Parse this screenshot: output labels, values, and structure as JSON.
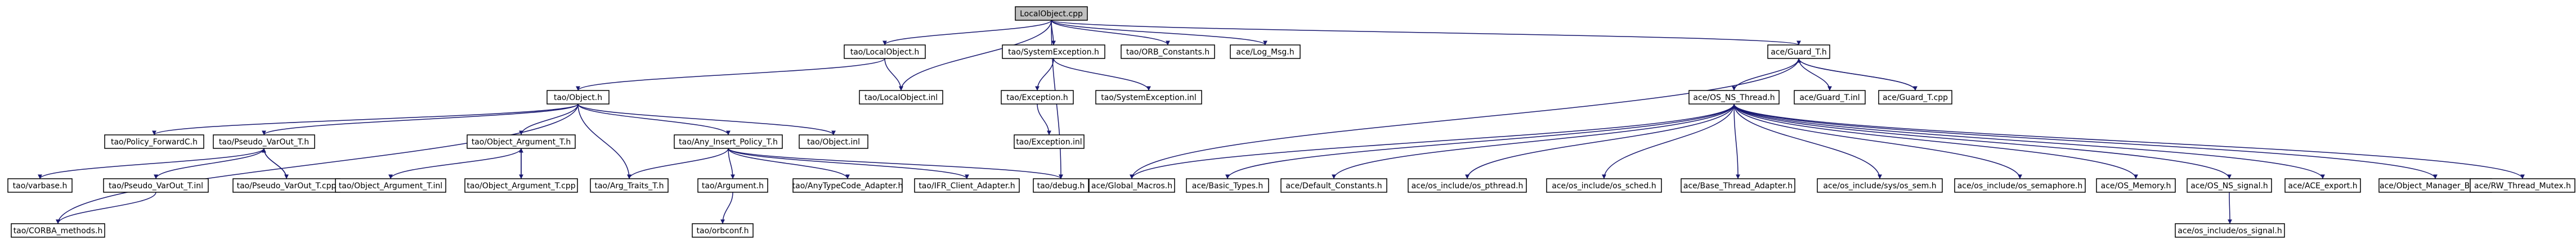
{
  "colors": {
    "node_fill": "#ffffff",
    "root_fill": "#bfbfbf",
    "node_border": "#000000",
    "edge": "#191970"
  },
  "nodes": [
    {
      "id": "LocalObject_cpp",
      "label": "LocalObject.cpp",
      "root": true
    },
    {
      "id": "tao_LocalObject_h",
      "label": "tao/LocalObject.h"
    },
    {
      "id": "tao_LocalObject_inl",
      "label": "tao/LocalObject.inl"
    },
    {
      "id": "tao_SystemException_h",
      "label": "tao/SystemException.h"
    },
    {
      "id": "tao_ORB_Constants_h",
      "label": "tao/ORB_Constants.h"
    },
    {
      "id": "ace_Log_Msg_h",
      "label": "ace/Log_Msg.h"
    },
    {
      "id": "ace_Guard_T_h",
      "label": "ace/Guard_T.h"
    },
    {
      "id": "tao_Object_h",
      "label": "tao/Object.h"
    },
    {
      "id": "tao_Exception_h",
      "label": "tao/Exception.h"
    },
    {
      "id": "tao_SystemException_inl",
      "label": "tao/SystemException.inl"
    },
    {
      "id": "ace_OS_NS_Thread_h",
      "label": "ace/OS_NS_Thread.h"
    },
    {
      "id": "ace_Guard_T_inl",
      "label": "ace/Guard_T.inl"
    },
    {
      "id": "ace_Guard_T_cpp",
      "label": "ace/Guard_T.cpp"
    },
    {
      "id": "tao_Policy_ForwardC_h",
      "label": "tao/Policy_ForwardC.h"
    },
    {
      "id": "tao_Pseudo_VarOut_T_h",
      "label": "tao/Pseudo_VarOut_T.h"
    },
    {
      "id": "tao_Object_Argument_T_h",
      "label": "tao/Object_Argument_T.h"
    },
    {
      "id": "tao_Any_Insert_Policy_T_h",
      "label": "tao/Any_Insert_Policy_T.h"
    },
    {
      "id": "tao_Object_inl",
      "label": "tao/Object.inl"
    },
    {
      "id": "tao_Exception_inl",
      "label": "tao/Exception.inl"
    },
    {
      "id": "ace_Global_Macros_h",
      "label": "ace/Global_Macros.h"
    },
    {
      "id": "ace_Basic_Types_h",
      "label": "ace/Basic_Types.h"
    },
    {
      "id": "ace_Default_Constants_h",
      "label": "ace/Default_Constants.h"
    },
    {
      "id": "ace_os_include_os_pthread_h",
      "label": "ace/os_include/os_pthread.h"
    },
    {
      "id": "ace_os_include_os_sched_h",
      "label": "ace/os_include/os_sched.h"
    },
    {
      "id": "ace_Base_Thread_Adapter_h",
      "label": "ace/Base_Thread_Adapter.h"
    },
    {
      "id": "ace_os_include_sys_os_sem_h",
      "label": "ace/os_include/sys/os_sem.h"
    },
    {
      "id": "ace_os_include_os_semaphore_h",
      "label": "ace/os_include/os_semaphore.h"
    },
    {
      "id": "ace_OS_Memory_h",
      "label": "ace/OS_Memory.h"
    },
    {
      "id": "ace_OS_NS_signal_h",
      "label": "ace/OS_NS_signal.h"
    },
    {
      "id": "ace_ACE_export_h",
      "label": "ace/ACE_export.h"
    },
    {
      "id": "ace_Object_Manager_Base_h",
      "label": "ace/Object_Manager_Base.h"
    },
    {
      "id": "ace_RW_Thread_Mutex_h",
      "label": "ace/RW_Thread_Mutex.h"
    },
    {
      "id": "tao_varbase_h",
      "label": "tao/varbase.h"
    },
    {
      "id": "tao_Pseudo_VarOut_T_inl",
      "label": "tao/Pseudo_VarOut_T.inl"
    },
    {
      "id": "tao_Pseudo_VarOut_T_cpp",
      "label": "tao/Pseudo_VarOut_T.cpp"
    },
    {
      "id": "tao_Object_Argument_T_inl",
      "label": "tao/Object_Argument_T.inl"
    },
    {
      "id": "tao_Object_Argument_T_cpp",
      "label": "tao/Object_Argument_T.cpp"
    },
    {
      "id": "tao_Arg_Traits_T_h",
      "label": "tao/Arg_Traits_T.h"
    },
    {
      "id": "tao_Argument_h",
      "label": "tao/Argument.h"
    },
    {
      "id": "tao_AnyTypeCode_Adapter_h",
      "label": "tao/AnyTypeCode_Adapter.h"
    },
    {
      "id": "tao_IFR_Client_Adapter_h",
      "label": "tao/IFR_Client_Adapter.h"
    },
    {
      "id": "tao_debug_h",
      "label": "tao/debug.h"
    },
    {
      "id": "ace_os_include_os_signal_h",
      "label": "ace/os_include/os_signal.h"
    },
    {
      "id": "tao_CORBA_methods_h",
      "label": "tao/CORBA_methods.h"
    },
    {
      "id": "tao_orbconf_h",
      "label": "tao/orbconf.h"
    }
  ],
  "edges": [
    [
      "LocalObject_cpp",
      "tao_LocalObject_h"
    ],
    [
      "LocalObject_cpp",
      "tao_LocalObject_inl"
    ],
    [
      "LocalObject_cpp",
      "tao_SystemException_h"
    ],
    [
      "LocalObject_cpp",
      "tao_ORB_Constants_h"
    ],
    [
      "LocalObject_cpp",
      "ace_Log_Msg_h"
    ],
    [
      "LocalObject_cpp",
      "ace_Guard_T_h"
    ],
    [
      "LocalObject_cpp",
      "tao_debug_h"
    ],
    [
      "tao_LocalObject_h",
      "tao_Object_h"
    ],
    [
      "tao_LocalObject_h",
      "tao_LocalObject_inl"
    ],
    [
      "tao_SystemException_h",
      "tao_Exception_h"
    ],
    [
      "tao_SystemException_h",
      "tao_SystemException_inl"
    ],
    [
      "tao_Exception_h",
      "tao_Exception_inl"
    ],
    [
      "ace_Guard_T_h",
      "ace_Global_Macros_h"
    ],
    [
      "ace_Guard_T_h",
      "ace_OS_NS_Thread_h"
    ],
    [
      "ace_Guard_T_h",
      "ace_Guard_T_inl"
    ],
    [
      "ace_Guard_T_h",
      "ace_Guard_T_cpp"
    ],
    [
      "ace_Guard_T_cpp",
      "ace_Guard_T_h"
    ],
    [
      "tao_Object_h",
      "tao_Policy_ForwardC_h"
    ],
    [
      "tao_Object_h",
      "tao_Pseudo_VarOut_T_h"
    ],
    [
      "tao_Object_h",
      "tao_Object_Argument_T_h"
    ],
    [
      "tao_Object_h",
      "tao_Arg_Traits_T_h"
    ],
    [
      "tao_Object_h",
      "tao_Any_Insert_Policy_T_h"
    ],
    [
      "tao_Object_h",
      "tao_Object_inl"
    ],
    [
      "tao_Object_h",
      "tao_CORBA_methods_h"
    ],
    [
      "tao_Pseudo_VarOut_T_h",
      "tao_varbase_h"
    ],
    [
      "tao_Pseudo_VarOut_T_h",
      "tao_Pseudo_VarOut_T_inl"
    ],
    [
      "tao_Pseudo_VarOut_T_h",
      "tao_Pseudo_VarOut_T_cpp"
    ],
    [
      "tao_Pseudo_VarOut_T_cpp",
      "tao_Pseudo_VarOut_T_h"
    ],
    [
      "tao_Pseudo_VarOut_T_inl",
      "tao_CORBA_methods_h"
    ],
    [
      "tao_Object_Argument_T_h",
      "tao_Object_Argument_T_inl"
    ],
    [
      "tao_Object_Argument_T_h",
      "tao_Object_Argument_T_cpp"
    ],
    [
      "tao_Object_Argument_T_cpp",
      "tao_Object_Argument_T_h"
    ],
    [
      "tao_Any_Insert_Policy_T_h",
      "tao_Arg_Traits_T_h"
    ],
    [
      "tao_Any_Insert_Policy_T_h",
      "tao_Argument_h"
    ],
    [
      "tao_Any_Insert_Policy_T_h",
      "tao_AnyTypeCode_Adapter_h"
    ],
    [
      "tao_Any_Insert_Policy_T_h",
      "tao_IFR_Client_Adapter_h"
    ],
    [
      "tao_Any_Insert_Policy_T_h",
      "tao_debug_h"
    ],
    [
      "tao_Argument_h",
      "tao_orbconf_h"
    ],
    [
      "ace_OS_NS_Thread_h",
      "ace_Global_Macros_h"
    ],
    [
      "ace_OS_NS_Thread_h",
      "ace_Basic_Types_h"
    ],
    [
      "ace_OS_NS_Thread_h",
      "ace_Default_Constants_h"
    ],
    [
      "ace_OS_NS_Thread_h",
      "ace_os_include_os_pthread_h"
    ],
    [
      "ace_OS_NS_Thread_h",
      "ace_os_include_os_sched_h"
    ],
    [
      "ace_OS_NS_Thread_h",
      "ace_Base_Thread_Adapter_h"
    ],
    [
      "ace_OS_NS_Thread_h",
      "ace_os_include_sys_os_sem_h"
    ],
    [
      "ace_OS_NS_Thread_h",
      "ace_os_include_os_semaphore_h"
    ],
    [
      "ace_OS_NS_Thread_h",
      "ace_OS_Memory_h"
    ],
    [
      "ace_OS_NS_Thread_h",
      "ace_OS_NS_signal_h"
    ],
    [
      "ace_OS_NS_Thread_h",
      "ace_ACE_export_h"
    ],
    [
      "ace_OS_NS_Thread_h",
      "ace_Object_Manager_Base_h"
    ],
    [
      "ace_OS_NS_Thread_h",
      "ace_RW_Thread_Mutex_h"
    ],
    [
      "ace_OS_NS_signal_h",
      "ace_os_include_os_signal_h"
    ]
  ]
}
